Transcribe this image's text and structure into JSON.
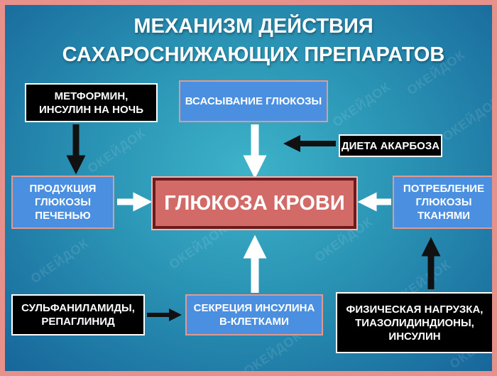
{
  "title": {
    "line1": "МЕХАНИЗМ ДЕЙСТВИЯ",
    "line2": "САХАРОСНИЖАЮЩИХ ПРЕПАРАТОВ"
  },
  "watermark": "ОКЕЙДОК",
  "center": "ГЛЮКОЗА КРОВИ",
  "boxes": {
    "absorption": "ВСАСЫВАНИЕ ГЛЮКОЗЫ",
    "production": [
      "ПРОДУКЦИЯ",
      "ГЛЮКОЗЫ",
      "ПЕЧЕНЬЮ"
    ],
    "consumption": [
      "ПОТРЕБЛЕНИЕ",
      "ГЛЮКОЗЫ",
      "ТКАНЯМИ"
    ],
    "secretion": [
      "СЕКРЕЦИЯ ИНСУЛИНА",
      "В-КЛЕТКАМИ"
    ]
  },
  "drugs": {
    "metformin": [
      "МЕТФОРМИН,",
      "ИНСУЛИН НА НОЧЬ"
    ],
    "diet": "ДИЕТА АКАРБОЗА",
    "sulfonyl": [
      "СУЛЬФАНИЛАМИДЫ,",
      "РЕПАГЛИНИД"
    ],
    "physical": [
      "ФИЗИЧЕСКАЯ НАГРУЗКА,",
      "ТИАЗОЛИДИНДИОНЫ,",
      "ИНСУЛИН"
    ]
  },
  "colors": {
    "blue_box": "#4a8fe0",
    "center_fill": "#d26a68",
    "frame": "#e8918a",
    "background": "#2a93b4"
  }
}
